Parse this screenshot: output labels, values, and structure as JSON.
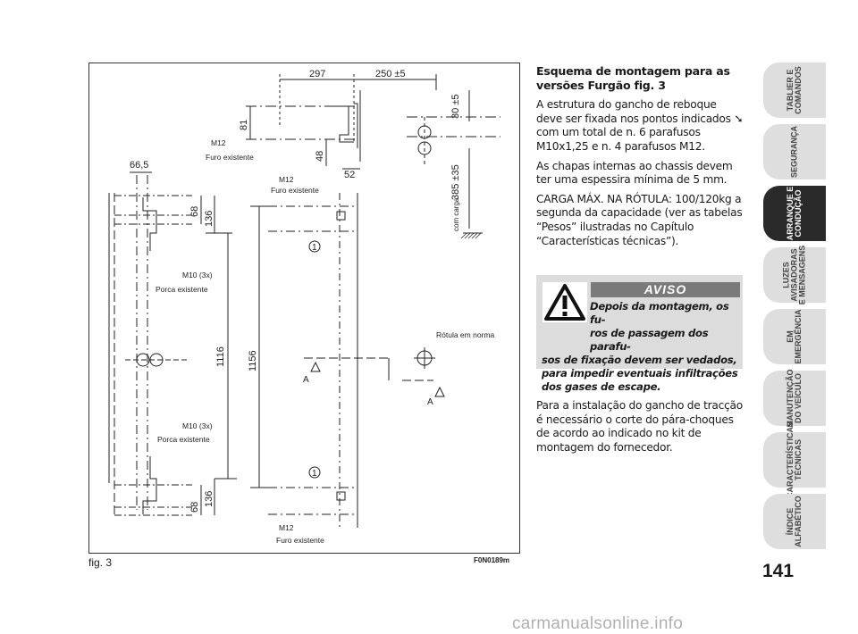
{
  "figure": {
    "caption": "fig. 3",
    "code": "F0N0189m",
    "dims": {
      "d297": "297",
      "d250": "250 ±5",
      "d30": "30 ±5",
      "d81": "81",
      "d48": "48",
      "d52": "52",
      "d66": "66,5",
      "d68a": "68",
      "d136a": "136",
      "d1116": "1116",
      "d1156": "1156",
      "d68b": "68",
      "d136b": "136",
      "d385": "385 ±35",
      "com_carga": "com carga"
    },
    "labels": {
      "m12_top_left": "M12",
      "furo_top_left": "Furo existente",
      "m12_top_mid": "M12",
      "furo_top_mid": "Furo existente",
      "m10_upper": "M10 (3x)",
      "porca_upper": "Porca existente",
      "m10_lower": "M10 (3x)",
      "porca_lower": "Porca existente",
      "m12_bottom": "M12",
      "furo_bottom": "Furo existente",
      "rotula": "Rótula em norma",
      "marker_1a": "1",
      "marker_1b": "1",
      "section_a1": "A",
      "section_a2": "A"
    }
  },
  "text": {
    "heading": "Esquema de montagem para as versões Furgão fig. 3",
    "p1_before": "A estrutura do gancho de reboque deve ser fixada nos pontos indicados",
    "p1_symbol": "➘",
    "p1_after": "com um total de n. 6 parafusos M10x1,25 e n. 4 parafusos M12.",
    "p2": "As chapas internas ao chassis devem ter uma espessira mínima de 5 mm.",
    "p3": "CARGA MÁX. NA RÓTULA: 100/120kg a segunda da capacidade (ver as tabelas “Pesos” ilustradas no Capítulo “Características técnicas”).",
    "warning": {
      "title": "AVISO",
      "line_a": "Depois da montagem, os fu-",
      "line_b": "ros de passagem dos parafu-",
      "rest": "sos de fixação devem ser vedados, para impedir eventuais infiltrações dos gases de escape."
    },
    "p4": "Para a instalação do gancho de tracção é necessário o corte do pára-choques de acordo ao indicado no kit de montagem do fornecedor."
  },
  "tabs": [
    {
      "label": "TABLIER E\nCOMANDOS",
      "active": false
    },
    {
      "label": "SEGURANÇA",
      "active": false
    },
    {
      "label": "ARRANQUE E\nCONDUÇÃO",
      "active": true
    },
    {
      "label": "LUZES\nAVISADORAS\nE MENSAGENS",
      "active": false
    },
    {
      "label": "EM\nEMERGÊNCIA",
      "active": false
    },
    {
      "label": "MANUTENÇÃO\nDO VEÍCULO",
      "active": false
    },
    {
      "label": "CARACTERÍSTICAS\nTÉCNICAS",
      "active": false
    },
    {
      "label": "ÍNDICE\nALFABÉTICO",
      "active": false
    }
  ],
  "page_number": "141",
  "watermark": "carmanualsonline.info"
}
